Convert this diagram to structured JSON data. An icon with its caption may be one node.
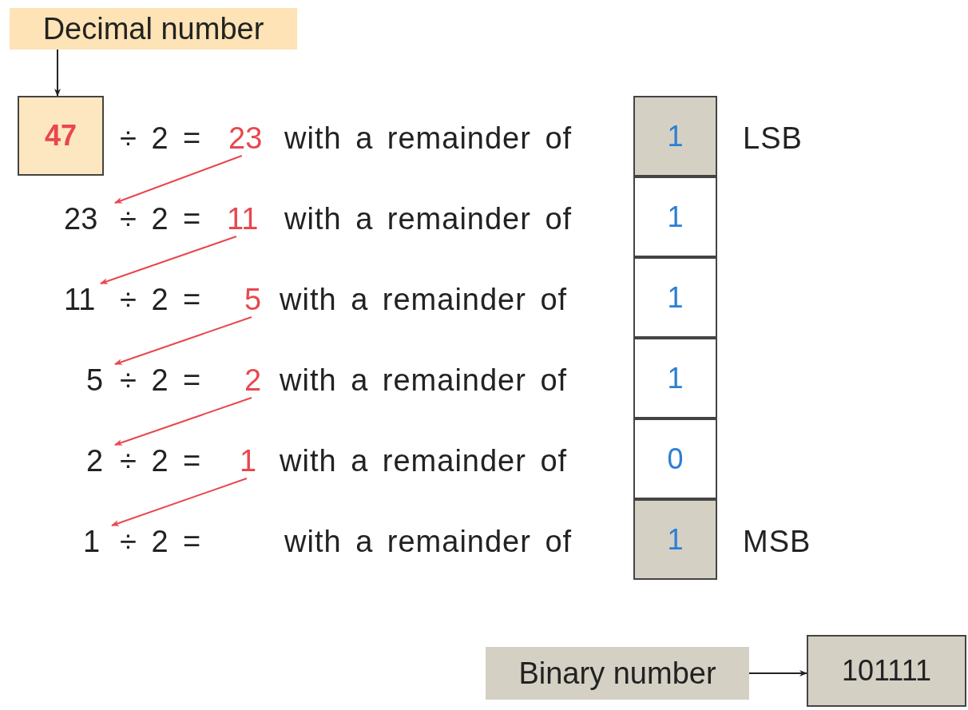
{
  "diagram": {
    "nodes": [
      {
        "text": [
          "Decimal number"
        ]
      },
      {
        "text": [
          "47"
        ]
      },
      {
        "text": [
          "23"
        ]
      },
      {
        "text": [
          "1"
        ]
      },
      {
        "text": [
          "23"
        ]
      },
      {
        "text": [
          "11"
        ]
      },
      {
        "text": [
          "1"
        ]
      },
      {
        "text": [
          "11"
        ]
      },
      {
        "text": [
          "5"
        ]
      },
      {
        "text": [
          "1"
        ]
      },
      {
        "text": [
          "5"
        ]
      },
      {
        "text": [
          "2"
        ]
      },
      {
        "text": [
          "1"
        ]
      },
      {
        "text": [
          "2"
        ]
      },
      {
        "text": [
          "1"
        ]
      },
      {
        "text": [
          "0"
        ]
      },
      {
        "text": [
          "1"
        ]
      },
      {
        "text": [
          "1"
        ]
      },
      {
        "text": [
          "Binary number"
        ]
      },
      {
        "text": [
          "101111"
        ]
      }
    ],
    "edges": [
      {
        "from": 0,
        "to": 1,
        "arrow": "to",
        "color": "#222222"
      },
      {
        "from": 2,
        "to": 4,
        "arrow": "to"
      },
      {
        "from": 5,
        "to": 7,
        "arrow": "to"
      },
      {
        "from": 8,
        "to": 10,
        "arrow": "to"
      },
      {
        "from": 11,
        "to": 13,
        "arrow": "to"
      },
      {
        "from": 14,
        "to": 16,
        "arrow": "to"
      },
      {
        "from": 18,
        "to": 19,
        "arrow": "to",
        "color": "#222222"
      }
    ],
    "labels": [
      "÷ 2 =",
      "with a remainder of",
      "LSB",
      "÷ 2 =",
      "with a remainder of",
      "÷ 2 =",
      "with a remainder of",
      "÷ 2 =",
      "with a remainder of",
      "÷ 2 =",
      "with a remainder of",
      "÷ 2 =",
      "with a remainder of",
      "MSB"
    ]
  }
}
